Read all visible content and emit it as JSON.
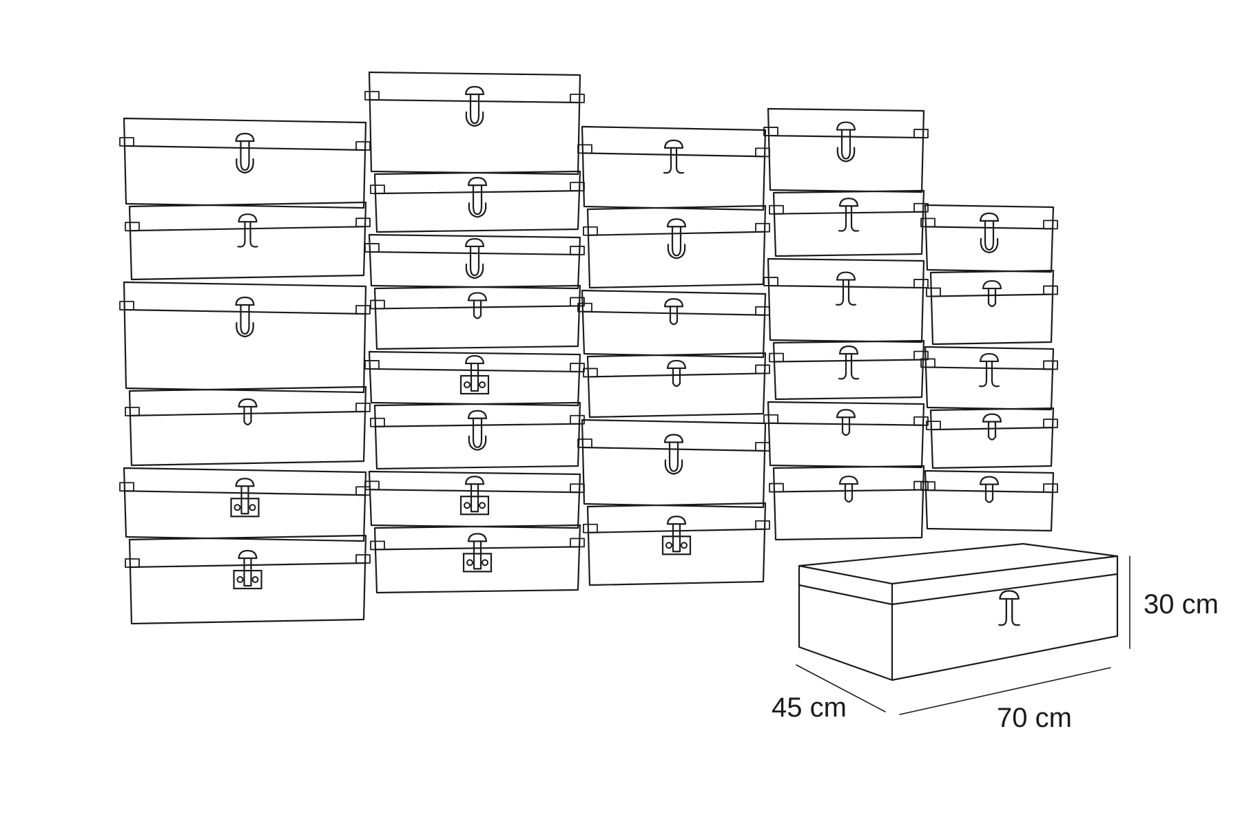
{
  "dimensions": {
    "height": "30 cm",
    "depth": "45 cm",
    "width": "70 cm"
  },
  "colors": {
    "line": "#1a1a1a",
    "background": "#ffffff"
  },
  "illustration": {
    "subject": "stacked vintage suitcases",
    "columns": [
      6,
      8,
      6,
      6,
      5
    ],
    "featured_item": "single suitcase with dimensions"
  }
}
